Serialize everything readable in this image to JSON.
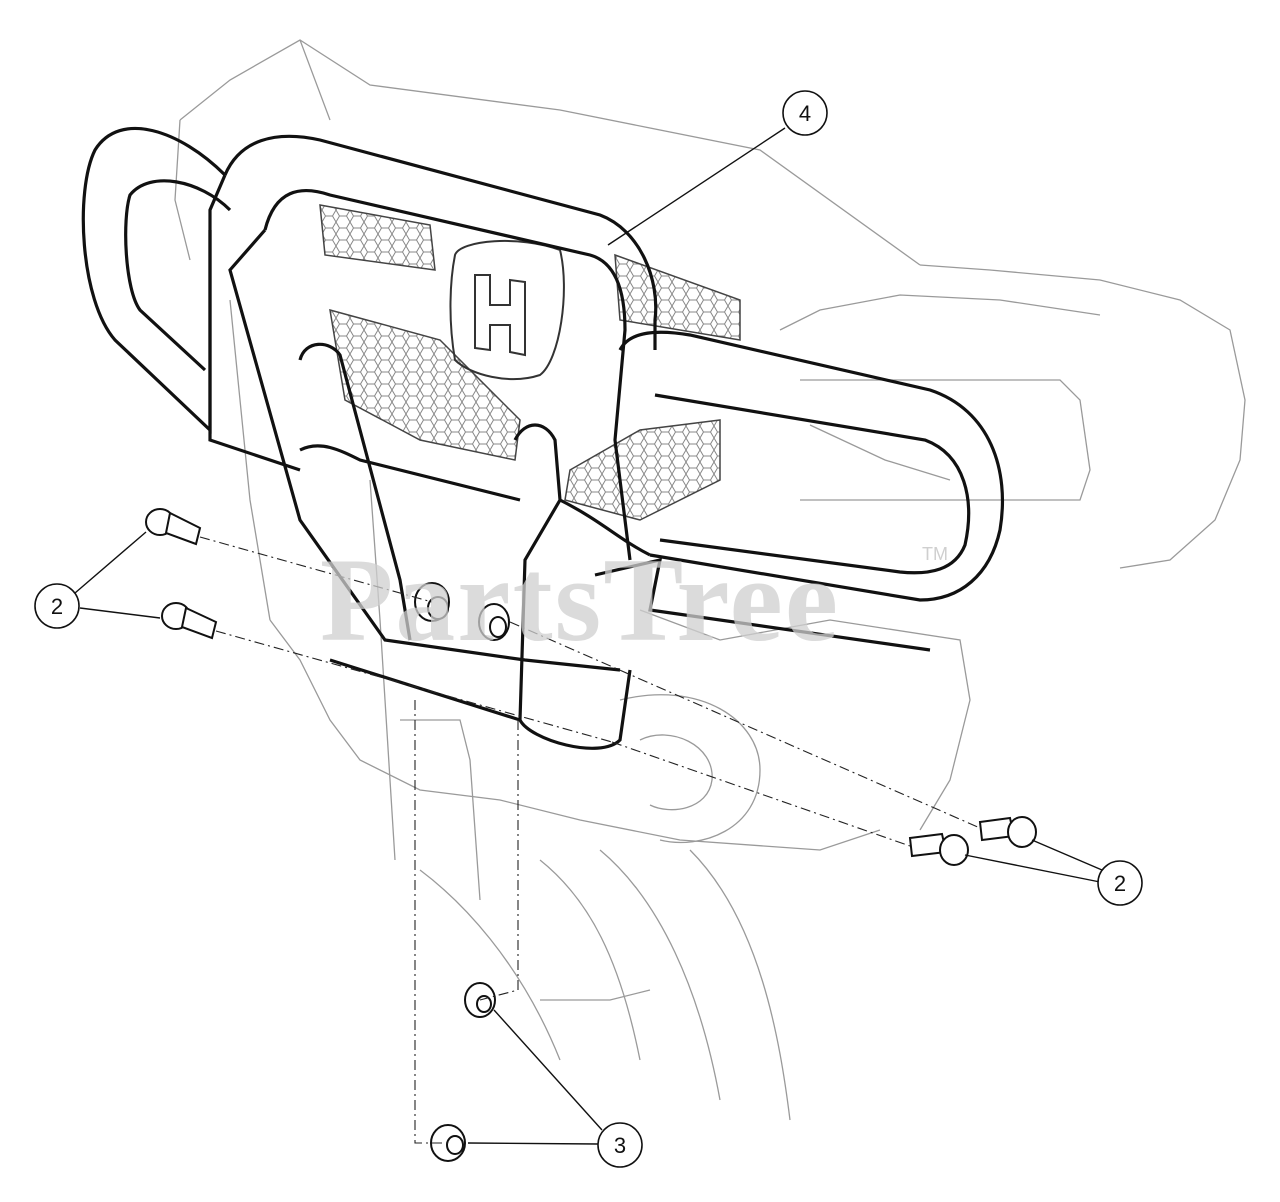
{
  "diagram": {
    "watermark": "PartsTree",
    "trademark": "TM",
    "callouts": [
      {
        "id": "c4",
        "label": "4"
      },
      {
        "id": "c2a",
        "label": "2"
      },
      {
        "id": "c2b",
        "label": "2"
      },
      {
        "id": "c3",
        "label": "3"
      }
    ],
    "colors": {
      "line": "#111111",
      "watermark": "#cfcfcf",
      "background": "#ffffff"
    }
  }
}
